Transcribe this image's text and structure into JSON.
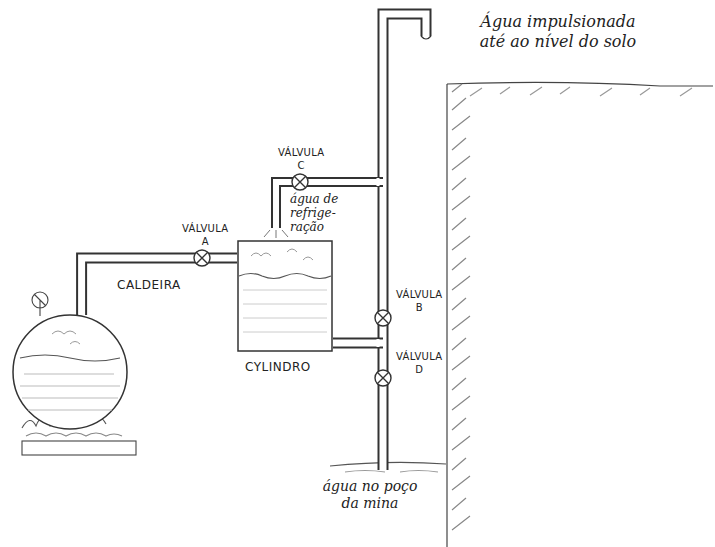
{
  "diagram": {
    "nodes": [
      {
        "text": [
          "CALDEIRA"
        ]
      },
      {
        "text": [
          "CYLINDRO"
        ]
      }
    ],
    "edges": [
      {
        "from": 0,
        "to": 1,
        "arrow": "none"
      }
    ],
    "labels": [
      "Água impulsionada até ao nível do solo",
      "VÁLVULA C",
      "água de refrige- ração",
      "VÁLVULA A",
      "VÁLVULA B",
      "VÁLVULA D",
      "água no poço da mina"
    ]
  }
}
